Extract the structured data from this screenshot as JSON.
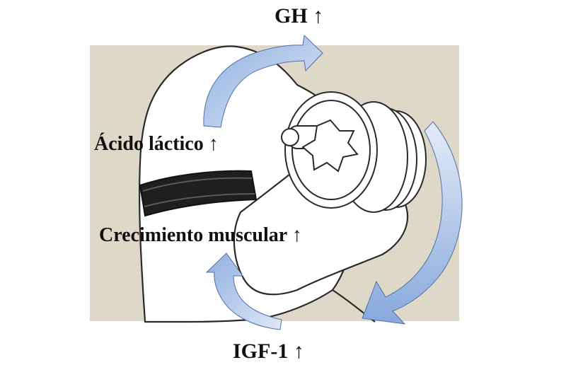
{
  "labels": {
    "gh": "GH ↑",
    "lactic_acid": "Ácido láctico ↑",
    "muscle_growth": "Crecimiento muscular ↑",
    "igf1": "IGF-1 ↑"
  },
  "colors": {
    "background_panel": "#ded8c8",
    "arrow_fill": "#a9c0e6",
    "band": "#222222",
    "outline": "#2a2a2a"
  },
  "icons": [
    "arm-illustration",
    "dumbbell-icon",
    "occlusion-band",
    "curved-arrow-up",
    "curved-arrow-down",
    "curved-arrow-left"
  ]
}
